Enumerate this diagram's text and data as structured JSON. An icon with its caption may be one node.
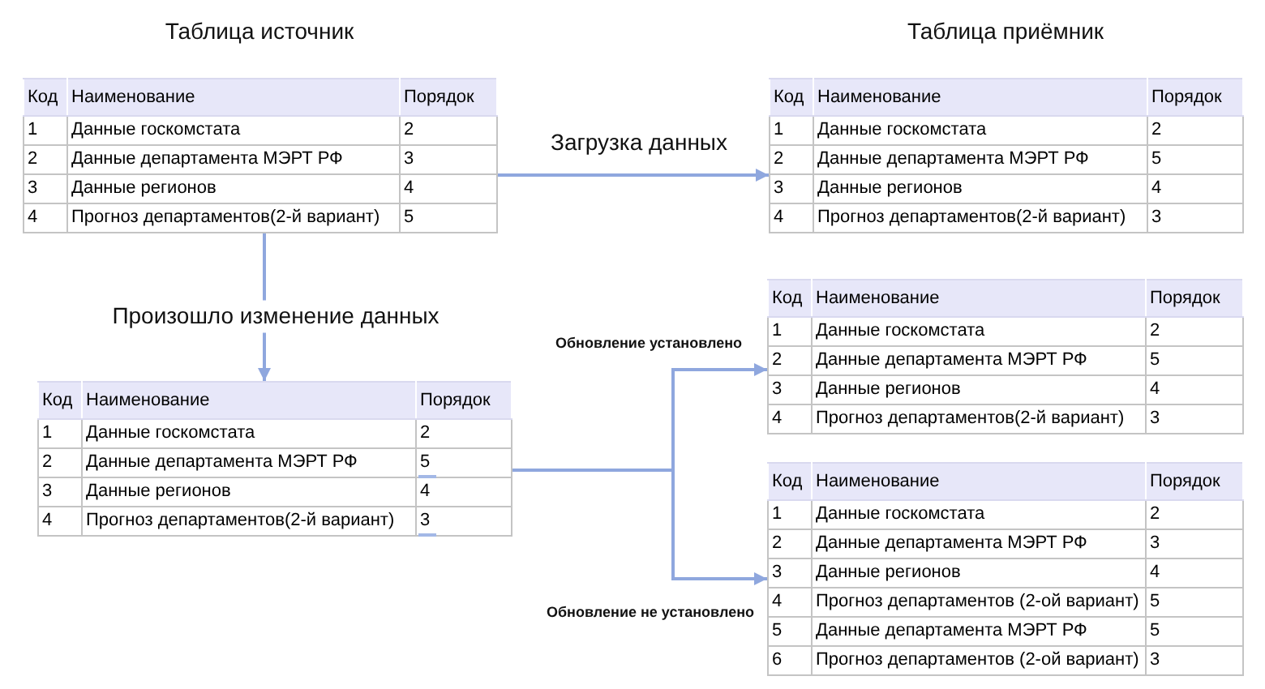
{
  "diagram": {
    "nodes": [
      {
        "text": [
          "Таблица источник",
          "Код",
          "Наименование",
          "Порядок",
          "1",
          "Данные госкомстата",
          "2",
          "2",
          "Данные департамента МЭРТ РФ",
          "3",
          "3",
          "Данные регионов",
          "4",
          "4",
          "Прогноз департаментов(2-й вариант)",
          "5"
        ]
      },
      {
        "text": [
          "Таблица приёмник",
          "Код",
          "Наименование",
          "Порядок",
          "1",
          "Данные госкомстата",
          "2",
          "2",
          "Данные департамента МЭРТ РФ",
          "5",
          "3",
          "Данные регионов",
          "4",
          "4",
          "Прогноз департаментов(2-й вариант)",
          "3"
        ]
      },
      {
        "text": [
          "Код",
          "Наименование",
          "Порядок",
          "1",
          "Данные госкомстата",
          "2",
          "2",
          "Данные департамента МЭРТ РФ",
          "5",
          "3",
          "Данные регионов",
          "4",
          "4",
          "Прогноз департаментов(2-й вариант)",
          "3"
        ]
      },
      {
        "text": [
          "Код",
          "Наименование",
          "Порядок",
          "1",
          "Данные госкомстата",
          "2",
          "2",
          "Данные департамента МЭРТ РФ",
          "5",
          "3",
          "Данные регионов",
          "4",
          "4",
          "Прогноз департаментов(2-й вариант)",
          "3"
        ]
      },
      {
        "text": [
          "Код",
          "Наименование",
          "Порядок",
          "1",
          "Данные госкомстата",
          "2",
          "2",
          "Данные департамента МЭРТ РФ",
          "3",
          "3",
          "Данные регионов",
          "4",
          "4",
          "Прогноз департаментов (2-ой вариант)",
          "5",
          "5",
          "Данные департамента МЭРТ РФ",
          "5",
          "6",
          "Прогноз департаментов (2-ой вариант)",
          "3"
        ]
      }
    ],
    "edges": [
      {
        "from": 0,
        "to": 1,
        "arrow": "to",
        "label": "Загрузка данных"
      },
      {
        "from": 0,
        "to": 2,
        "arrow": "to",
        "label": "Произошло изменение данных"
      },
      {
        "from": 2,
        "to": 3,
        "arrow": "to",
        "label": "Обновление установлено"
      },
      {
        "from": 2,
        "to": 4,
        "arrow": "to",
        "label": "Обновление не установлено"
      }
    ]
  }
}
